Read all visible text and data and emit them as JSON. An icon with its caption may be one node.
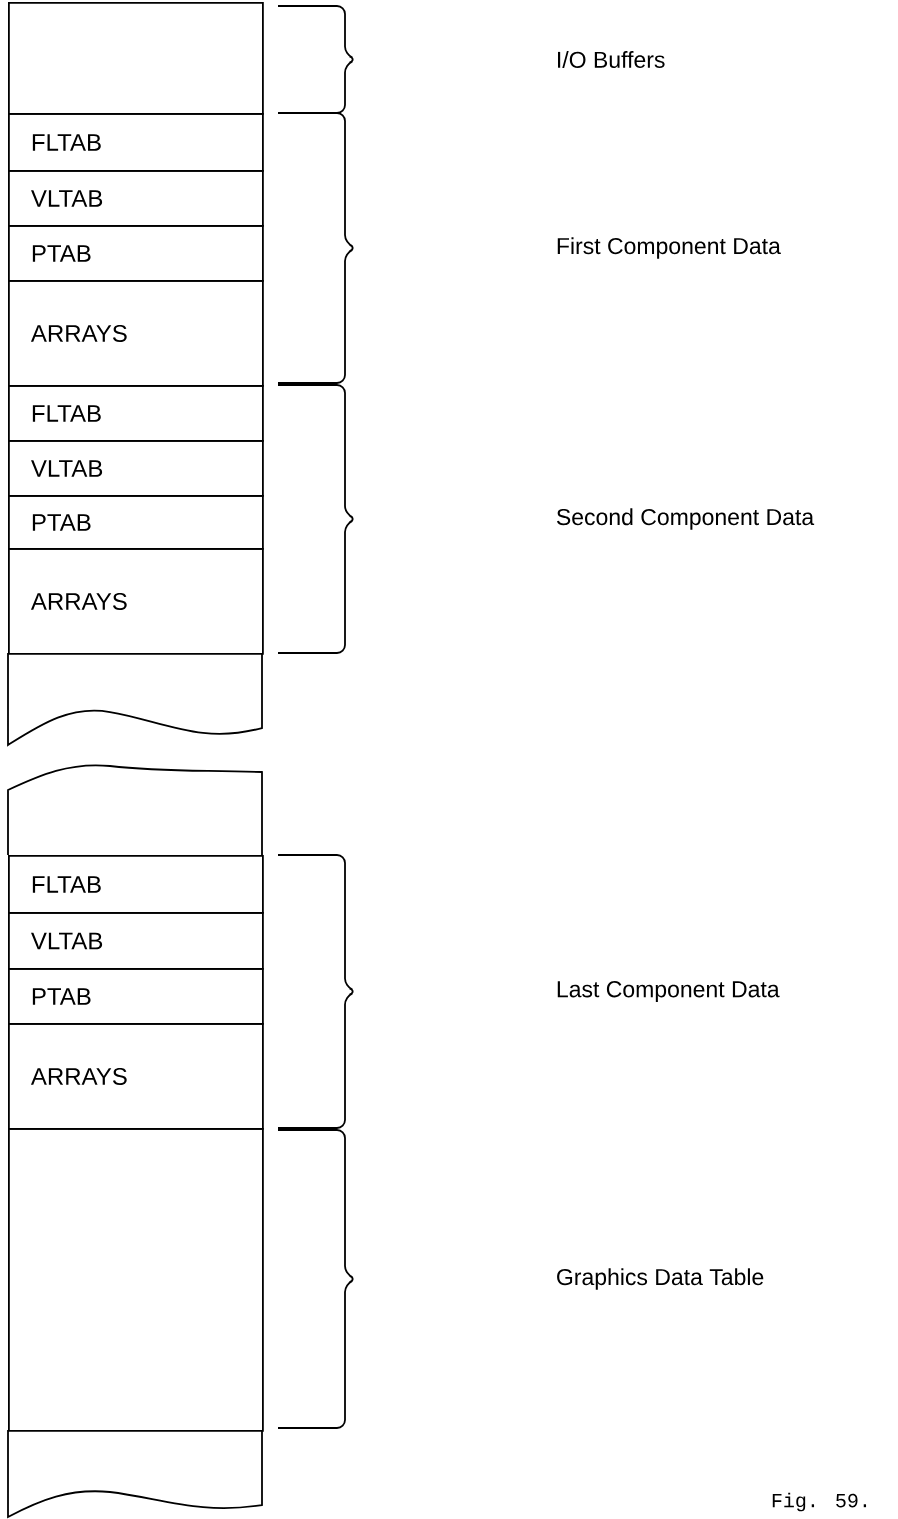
{
  "diagram": {
    "caption": "Fig. 59.",
    "nodes": [
      {
        "text": [],
        "shape": "box"
      },
      {
        "text": [
          "FLTAB"
        ]
      },
      {
        "text": [
          "VLTAB"
        ]
      },
      {
        "text": [
          "PTAB"
        ]
      },
      {
        "text": [
          "ARRAYS"
        ]
      },
      {
        "text": [
          "FLTAB"
        ]
      },
      {
        "text": [
          "VLTAB"
        ]
      },
      {
        "text": [
          "PTAB"
        ]
      },
      {
        "text": [
          "ARRAYS"
        ]
      },
      {
        "text": [],
        "shape": "box"
      },
      {
        "text": [],
        "shape": "box"
      },
      {
        "text": [
          "FLTAB"
        ]
      },
      {
        "text": [
          "VLTAB"
        ]
      },
      {
        "text": [
          "PTAB"
        ]
      },
      {
        "text": [
          "ARRAYS"
        ]
      },
      {
        "text": [],
        "shape": "box"
      },
      {
        "text": [],
        "shape": "box"
      }
    ],
    "labels": [
      "I/O Buffers",
      "First Component Data",
      "Second Component Data",
      "Last Component Data",
      "Graphics Data Table"
    ]
  }
}
